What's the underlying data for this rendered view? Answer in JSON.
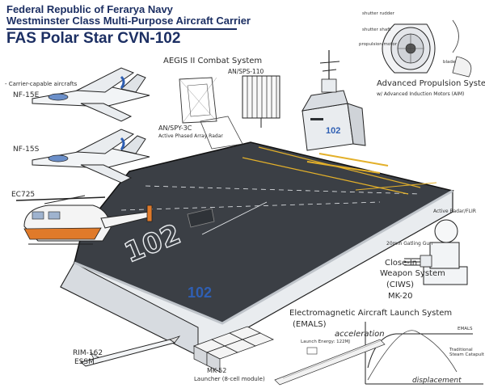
{
  "header": {
    "line1": "Federal Republic of Ferarya Navy",
    "line2": "Westminster Class Multi-Purpose Aircraft Carrier",
    "title": "FAS Polar Star CVN-102"
  },
  "labels": {
    "carrier_aircraft": "- Carrier-capable aircrafts",
    "nf15e": "NF-15E",
    "nf15s": "NF-15S",
    "ec725": "EC725",
    "aegis": "AEGIS II Combat System",
    "ansps110": "AN/SPS-110",
    "anspy3c": "AN/SPY-3C",
    "anspy3c_sub": "Active Phased Array Radar",
    "propulsion": "Advanced Propulsion System",
    "propulsion_sub": "w/ Advanced Induction Motors (AIM)",
    "hull_number": "102",
    "active_radar": "Active Radar/FLIR",
    "gatling": "20mm Gatling Gun",
    "ciws1": "Close-In",
    "ciws2": "Weapon System",
    "ciws3": "(CIWS)",
    "ciws4": "MK-20",
    "emals1": "Electromagnetic Aircraft Launch System",
    "emals2": "(EMALS)",
    "acceleration": "acceleration",
    "emals_curve": "EMALS",
    "steam_catapult": "Traditional Steam Catapult",
    "displacement": "displacement",
    "launch_energy": "Launch Energy: 122MJ",
    "rim162": "RIM-162",
    "essm": "ESSM",
    "mk52": "MK-52",
    "mk52_sub": "Launcher (8-cell module)",
    "shutter_rudder": "shutter rudder",
    "shutter_shaft": "shutter shaft",
    "propulsion_motor": "propulsion motor",
    "blade": "blade"
  },
  "colors": {
    "navy": "#1c2f63",
    "deck": "#3b3f45",
    "hull": "#e9ecef",
    "accent_blue": "#2f5fb3",
    "deck_yellow": "#e3b02a",
    "helo_orange": "#e07a2a"
  }
}
